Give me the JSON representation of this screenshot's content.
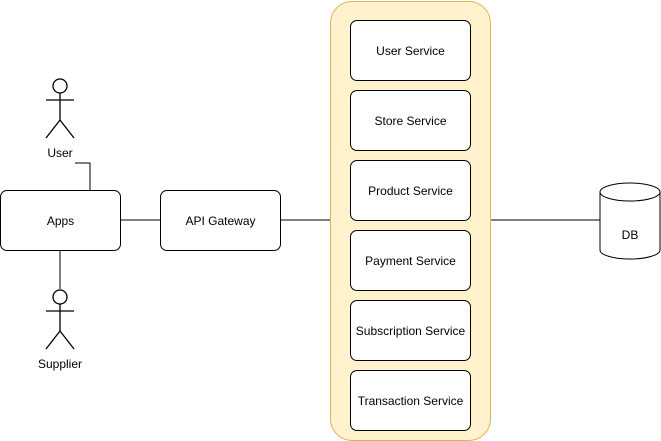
{
  "diagram": {
    "actors": {
      "user": "User",
      "supplier": "Supplier"
    },
    "apps": "Apps",
    "gateway": "API Gateway",
    "services": [
      "User Service",
      "Store Service",
      "Product Service",
      "Payment Service",
      "Subscription Service",
      "Transaction Service"
    ],
    "db": "DB"
  },
  "colors": {
    "container_fill": "#fff2cc",
    "container_border": "#d6b656",
    "stroke": "#000000"
  }
}
